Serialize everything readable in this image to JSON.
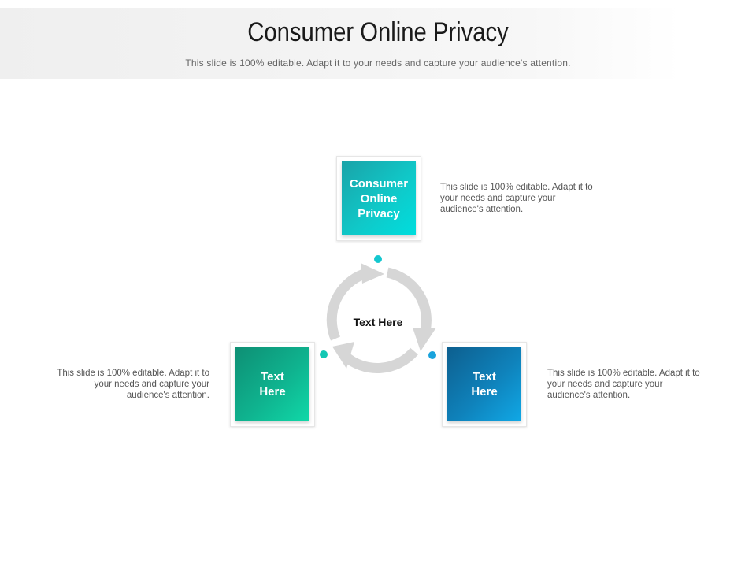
{
  "slide": {
    "title": "Consumer Online Privacy",
    "subtitle": "This slide is 100% editable. Adapt it to your needs and capture your audience's attention."
  },
  "diagram": {
    "center_label": "Text Here",
    "nodes": [
      {
        "id": "top",
        "label": "Consumer Online Privacy",
        "description": "This slide is 100% editable. Adapt it to your needs and capture your audience's attention.",
        "color": "#10c8c8",
        "dot_color": "#13c7cf"
      },
      {
        "id": "right",
        "label": "Text Here",
        "description": "This slide is 100% editable. Adapt it to your needs and capture your audience's attention.",
        "color": "#0f82bb",
        "dot_color": "#1aa3dc"
      },
      {
        "id": "left",
        "label": "Text Here",
        "description": "This slide is 100% editable. Adapt it to your needs and capture your audience's attention.",
        "color": "#0fb38f",
        "dot_color": "#13c7b3"
      }
    ],
    "arrow_color": "#d6d6d6"
  }
}
